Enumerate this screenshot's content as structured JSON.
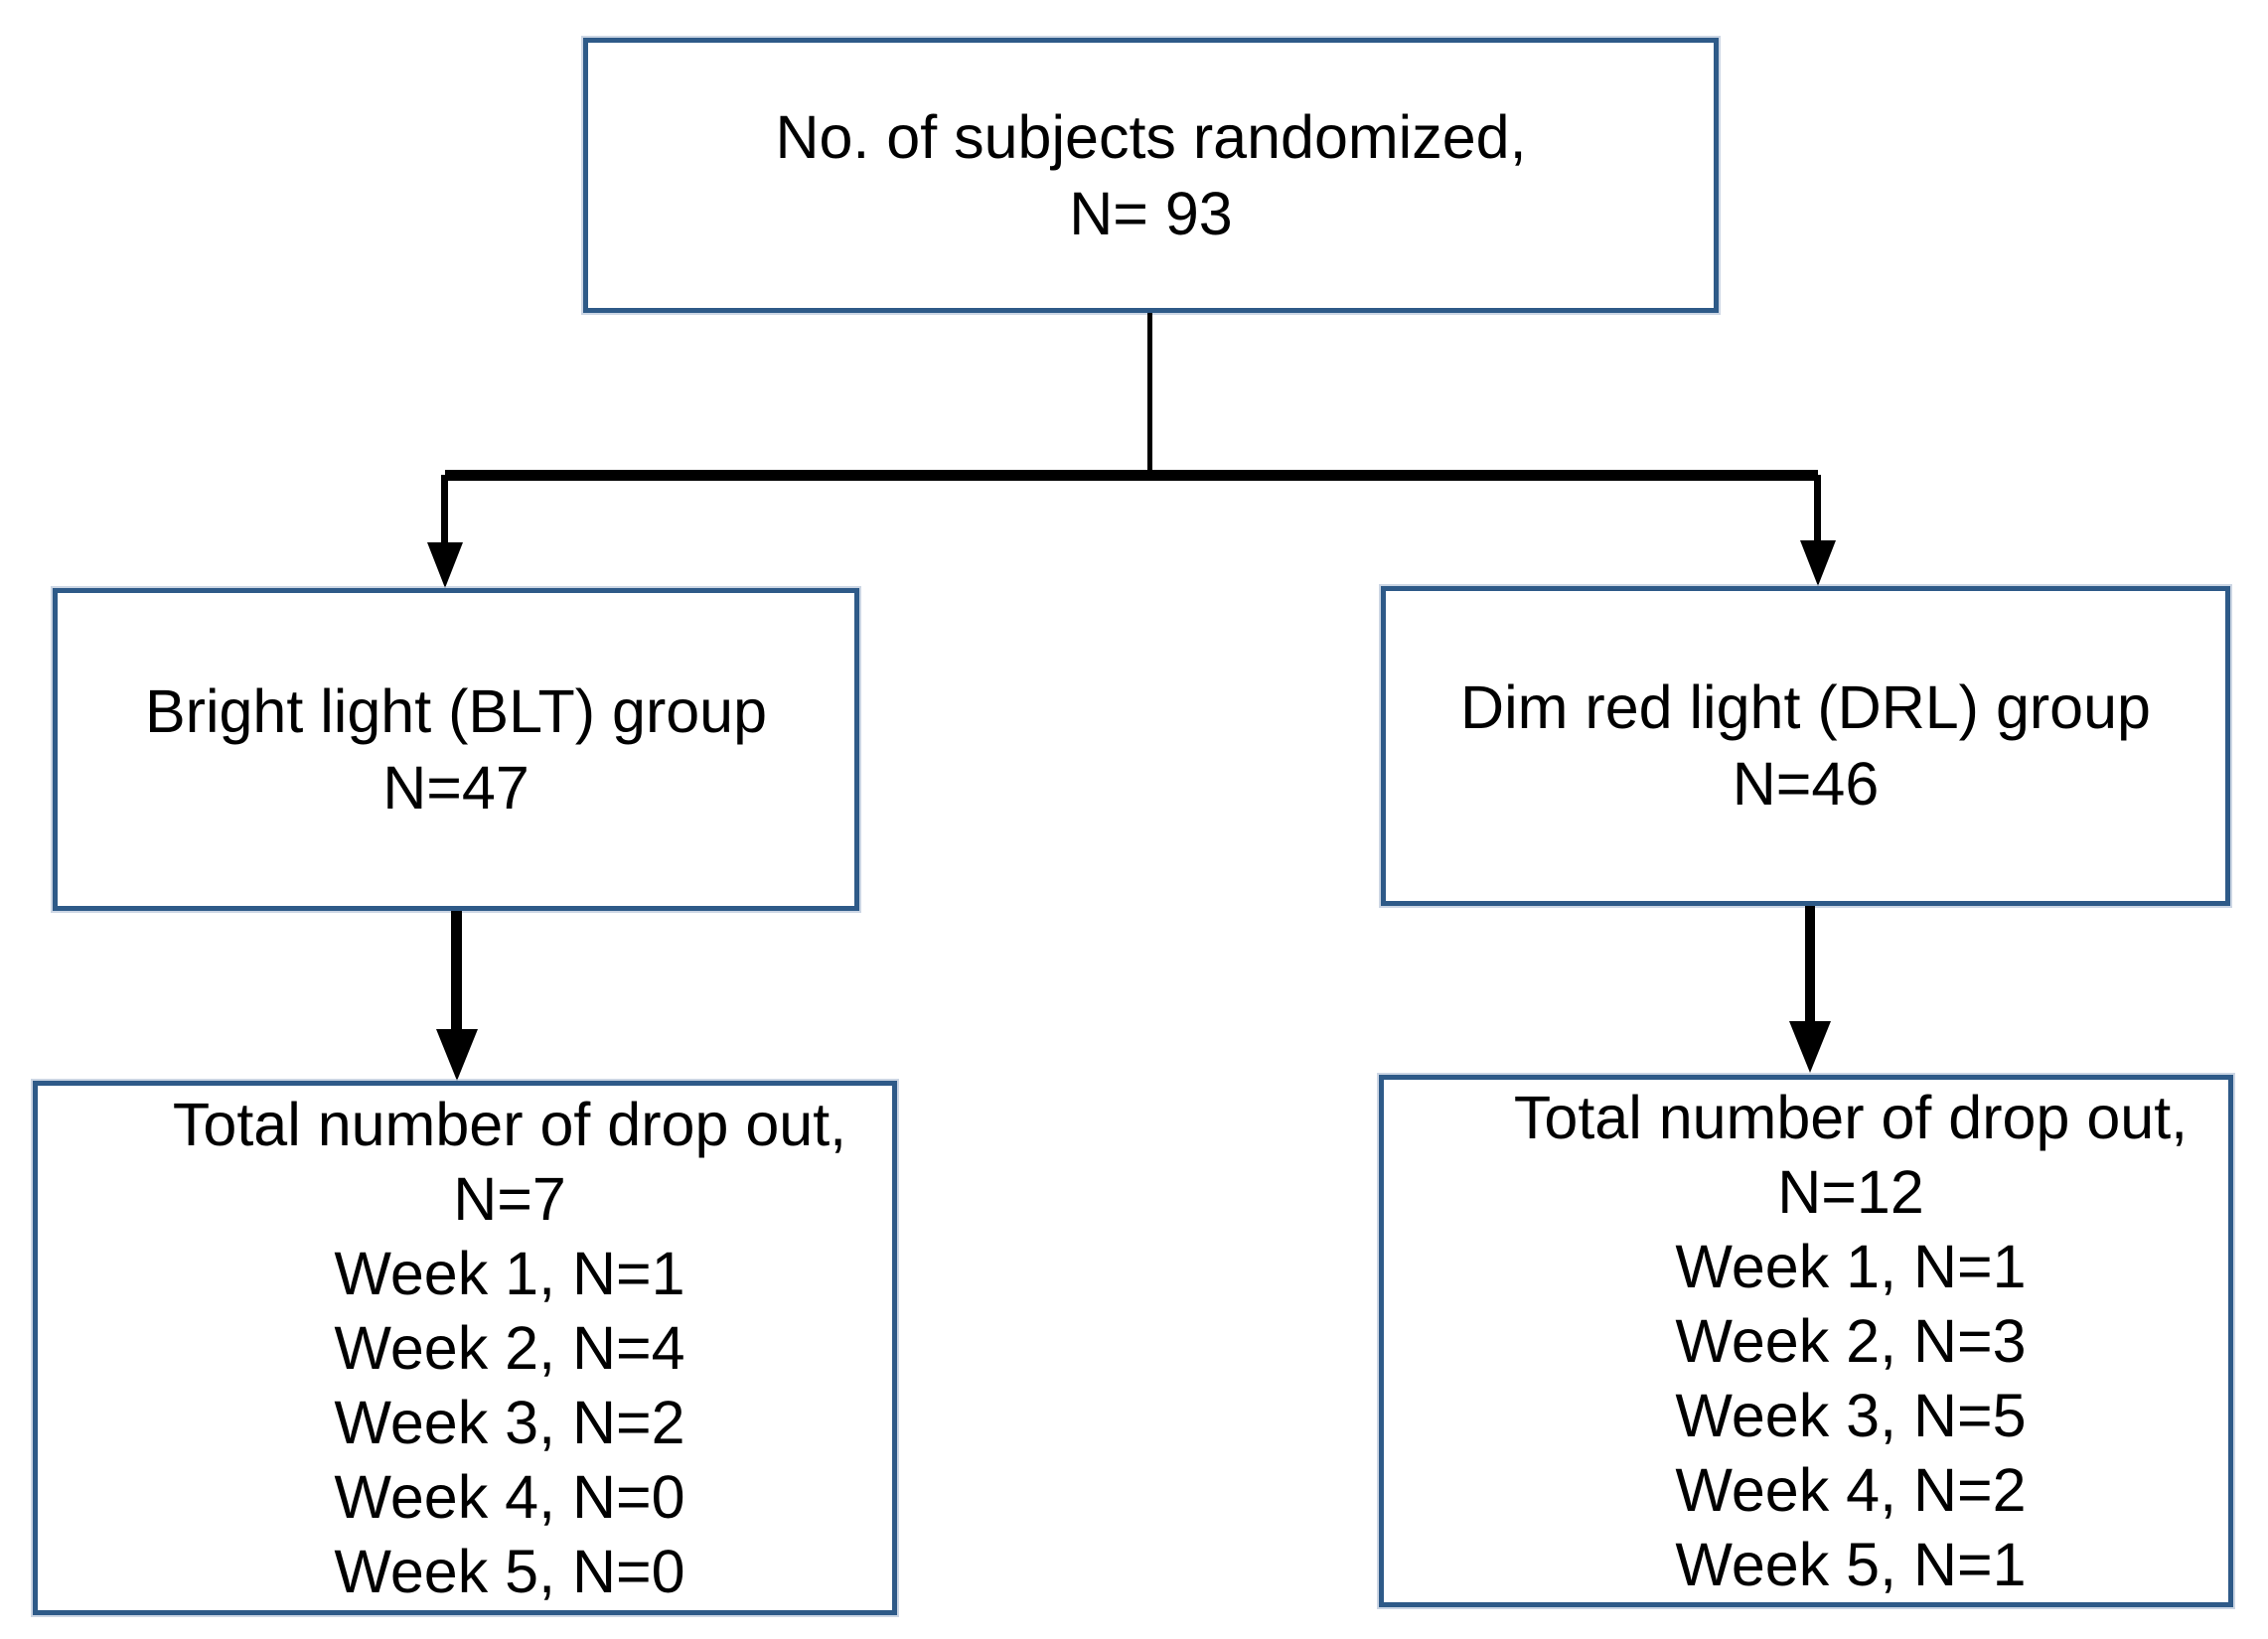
{
  "colors": {
    "box_border": "#2e5a88",
    "connector": "#000000",
    "background": "#ffffff",
    "text": "#000000"
  },
  "flowchart": {
    "randomized": {
      "lines": [
        "No. of subjects randomized,",
        "N= 93"
      ]
    },
    "blt_group": {
      "lines": [
        "Bright light (BLT) group",
        "N=47"
      ]
    },
    "drl_group": {
      "lines": [
        "Dim red light (DRL) group",
        "N=46"
      ]
    },
    "blt_dropout": {
      "lines": [
        "Total number of drop out,",
        "N=7",
        "Week 1, N=1",
        "Week 2, N=4",
        "Week 3, N=2",
        "Week 4, N=0",
        "Week 5, N=0"
      ]
    },
    "drl_dropout": {
      "lines": [
        "Total number of drop out,",
        "N=12",
        "Week 1, N=1",
        "Week 2, N=3",
        "Week 3, N=5",
        "Week 4, N=2",
        "Week 5, N=1"
      ]
    }
  }
}
